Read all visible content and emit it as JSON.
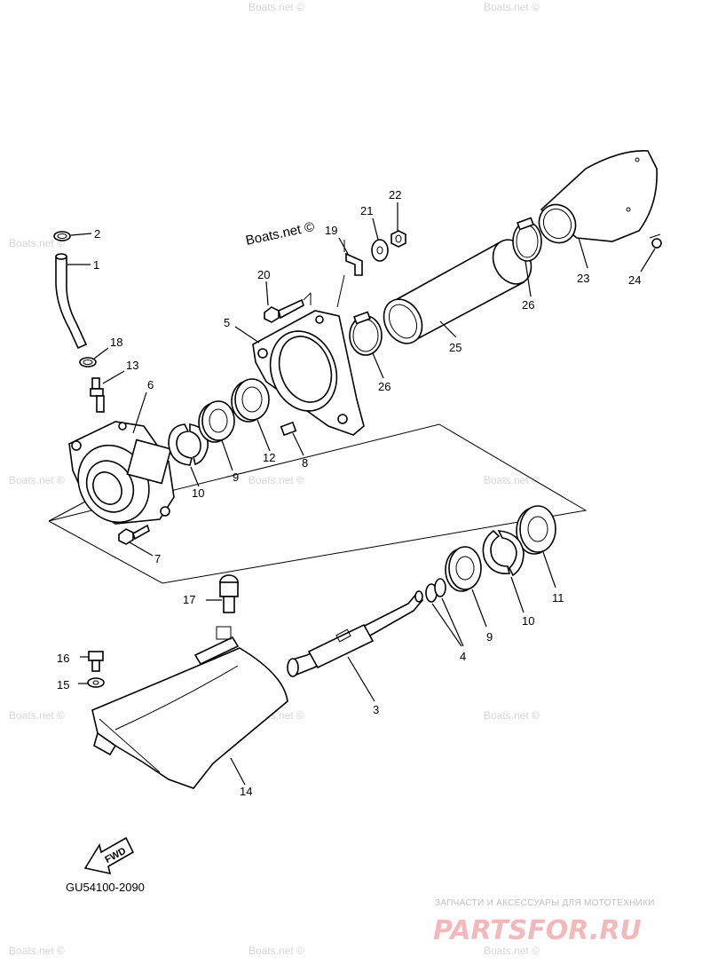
{
  "diagram_code": "GU54100-2090",
  "watermark_text": "Boats.net ©",
  "brand": {
    "tagline": "ЗАПЧАСТИ И АКСЕССУАРЫ ДЛЯ МОТОТЕХНИКИ",
    "name": "PARTSFOR.RU",
    "color": "#f2b9bd"
  },
  "fwd_label": "FWD",
  "callouts": [
    "1",
    "2",
    "3",
    "4",
    "5",
    "6",
    "7",
    "8",
    "9",
    "9",
    "10",
    "10",
    "11",
    "12",
    "13",
    "14",
    "15",
    "16",
    "17",
    "18",
    "19",
    "20",
    "21",
    "22",
    "23",
    "24",
    "25",
    "26",
    "26"
  ]
}
